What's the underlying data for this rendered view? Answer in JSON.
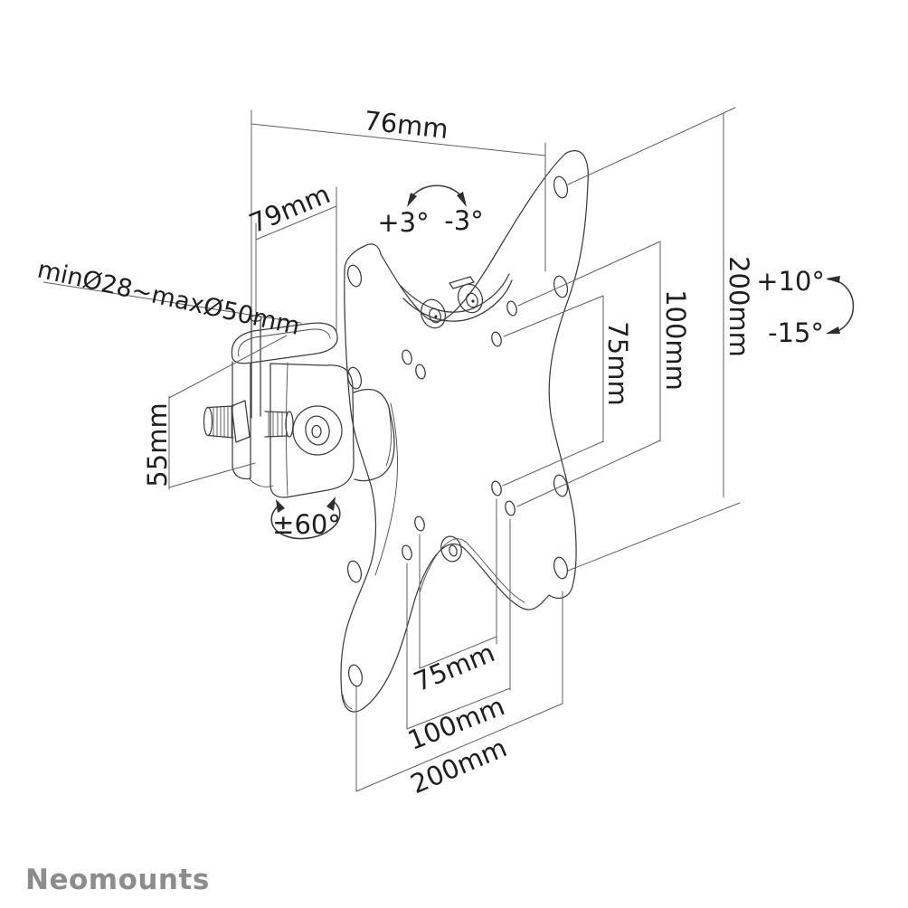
{
  "diagram": {
    "brand": "Neomounts",
    "colors": {
      "background": "#ffffff",
      "line": "#3d3d3d",
      "dimension_line": "#5f5f5f",
      "text": "#1f1f1f",
      "brand": "#8c8c8c"
    },
    "dimensions": {
      "top_width": "76mm",
      "arm_depth": "79mm",
      "pole_diameter": "minØ28~maxØ50mm",
      "plate_height": "200mm",
      "plate_width": "200mm",
      "vesa_height_100": "100mm",
      "vesa_height_75": "75mm",
      "vesa_width_100": "100mm",
      "vesa_width_75": "75mm",
      "clamp_height": "55mm"
    },
    "adjustability": {
      "roll_cw": "+3°",
      "roll_ccw": "-3°",
      "tilt_up": "+10°",
      "tilt_down": "-15°",
      "swivel": "±60°"
    }
  }
}
